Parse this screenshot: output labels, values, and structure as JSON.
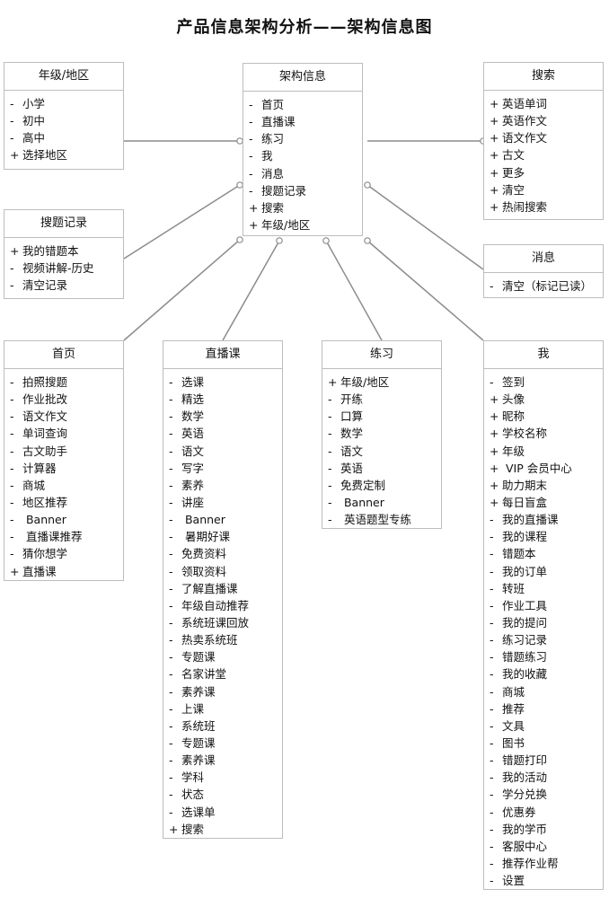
{
  "title": "产品信息架构分析——架构信息图",
  "boxes": {
    "center": {
      "title": "架构信息",
      "items": [
        {
          "m": "-",
          "t": "首页"
        },
        {
          "m": "-",
          "t": "直播课"
        },
        {
          "m": "-",
          "t": "练习"
        },
        {
          "m": "-",
          "t": "我"
        },
        {
          "m": "-",
          "t": "消息"
        },
        {
          "m": "-",
          "t": "搜题记录"
        },
        {
          "m": "+",
          "t": "搜索"
        },
        {
          "m": "+",
          "t": "年级/地区"
        }
      ]
    },
    "grade": {
      "title": "年级/地区",
      "items": [
        {
          "m": "-",
          "t": "小学"
        },
        {
          "m": "-",
          "t": "初中"
        },
        {
          "m": "-",
          "t": "高中"
        },
        {
          "m": "+",
          "t": "选择地区"
        }
      ]
    },
    "search": {
      "title": "搜索",
      "items": [
        {
          "m": "+",
          "t": "英语单词"
        },
        {
          "m": "+",
          "t": "英语作文"
        },
        {
          "m": "+",
          "t": "语文作文"
        },
        {
          "m": "+",
          "t": "古文"
        },
        {
          "m": "+",
          "t": "更多"
        },
        {
          "m": "+",
          "t": "清空"
        },
        {
          "m": "+",
          "t": "热闹搜索"
        }
      ]
    },
    "history": {
      "title": "搜题记录",
      "items": [
        {
          "m": "+",
          "t": "我的错题本"
        },
        {
          "m": "-",
          "t": "视频讲解-历史"
        },
        {
          "m": "-",
          "t": "清空记录"
        }
      ]
    },
    "message": {
      "title": "消息",
      "items": [
        {
          "m": "-",
          "t": "清空（标记已读）"
        }
      ]
    },
    "home": {
      "title": "首页",
      "items": [
        {
          "m": "-",
          "t": "拍照搜题"
        },
        {
          "m": "-",
          "t": "作业批改"
        },
        {
          "m": "-",
          "t": "语文作文"
        },
        {
          "m": "-",
          "t": "单词查询"
        },
        {
          "m": "-",
          "t": "古文助手"
        },
        {
          "m": "-",
          "t": "计算器"
        },
        {
          "m": "-",
          "t": "商城"
        },
        {
          "m": "-",
          "t": "地区推荐"
        },
        {
          "m": "-",
          "t": " Banner"
        },
        {
          "m": "-",
          "t": " 直播课推荐"
        },
        {
          "m": "-",
          "t": "猜你想学"
        },
        {
          "m": "+",
          "t": "直播课"
        }
      ]
    },
    "live": {
      "title": "直播课",
      "items": [
        {
          "m": "-",
          "t": "选课"
        },
        {
          "m": "-",
          "t": "精选"
        },
        {
          "m": "-",
          "t": "数学"
        },
        {
          "m": "-",
          "t": "英语"
        },
        {
          "m": "-",
          "t": "语文"
        },
        {
          "m": "-",
          "t": "写字"
        },
        {
          "m": "-",
          "t": "素养"
        },
        {
          "m": "-",
          "t": "讲座"
        },
        {
          "m": "-",
          "t": " Banner"
        },
        {
          "m": "-",
          "t": " 暑期好课"
        },
        {
          "m": "-",
          "t": "免费资料"
        },
        {
          "m": "-",
          "t": "领取资料"
        },
        {
          "m": "-",
          "t": "了解直播课"
        },
        {
          "m": "-",
          "t": "年级自动推荐"
        },
        {
          "m": "-",
          "t": "系统班课回放"
        },
        {
          "m": "-",
          "t": "热卖系统班"
        },
        {
          "m": "-",
          "t": "专题课"
        },
        {
          "m": "-",
          "t": "名家讲堂"
        },
        {
          "m": "-",
          "t": "素养课"
        },
        {
          "m": "-",
          "t": "上课"
        },
        {
          "m": "-",
          "t": "系统班"
        },
        {
          "m": "-",
          "t": "专题课"
        },
        {
          "m": "-",
          "t": "素养课"
        },
        {
          "m": "-",
          "t": "学科"
        },
        {
          "m": "-",
          "t": "状态"
        },
        {
          "m": "-",
          "t": "选课单"
        },
        {
          "m": "+",
          "t": "搜索"
        }
      ]
    },
    "practice": {
      "title": "练习",
      "items": [
        {
          "m": "+",
          "t": "年级/地区"
        },
        {
          "m": "-",
          "t": "开练"
        },
        {
          "m": "-",
          "t": "口算"
        },
        {
          "m": "-",
          "t": "数学"
        },
        {
          "m": "-",
          "t": "语文"
        },
        {
          "m": "-",
          "t": "英语"
        },
        {
          "m": "-",
          "t": "免费定制"
        },
        {
          "m": "-",
          "t": " Banner"
        },
        {
          "m": "-",
          "t": " 英语题型专练"
        }
      ]
    },
    "me": {
      "title": "我",
      "items": [
        {
          "m": "-",
          "t": "签到"
        },
        {
          "m": "+",
          "t": "头像"
        },
        {
          "m": "+",
          "t": "昵称"
        },
        {
          "m": "+",
          "t": "学校名称"
        },
        {
          "m": "+",
          "t": "年级"
        },
        {
          "m": "+",
          "t": " VIP 会员中心"
        },
        {
          "m": "+",
          "t": "助力期末"
        },
        {
          "m": "+",
          "t": "每日盲盒"
        },
        {
          "m": "-",
          "t": "我的直播课"
        },
        {
          "m": "-",
          "t": "我的课程"
        },
        {
          "m": "-",
          "t": "错题本"
        },
        {
          "m": "-",
          "t": "我的订单"
        },
        {
          "m": "-",
          "t": "转班"
        },
        {
          "m": "-",
          "t": "作业工具"
        },
        {
          "m": "-",
          "t": "我的提问"
        },
        {
          "m": "-",
          "t": "练习记录"
        },
        {
          "m": "-",
          "t": "错题练习"
        },
        {
          "m": "-",
          "t": "我的收藏"
        },
        {
          "m": "-",
          "t": "商城"
        },
        {
          "m": "-",
          "t": "推荐"
        },
        {
          "m": "-",
          "t": "文具"
        },
        {
          "m": "-",
          "t": "图书"
        },
        {
          "m": "-",
          "t": "错题打印"
        },
        {
          "m": "-",
          "t": "我的活动"
        },
        {
          "m": "-",
          "t": "学分兑换"
        },
        {
          "m": "-",
          "t": "优惠券"
        },
        {
          "m": "-",
          "t": "我的学币"
        },
        {
          "m": "-",
          "t": "客服中心"
        },
        {
          "m": "-",
          "t": "推荐作业帮"
        },
        {
          "m": "-",
          "t": "设置"
        }
      ]
    }
  },
  "colors": {
    "border": "#bdbdbd",
    "line": "#8c8c8c",
    "text": "#111111"
  }
}
